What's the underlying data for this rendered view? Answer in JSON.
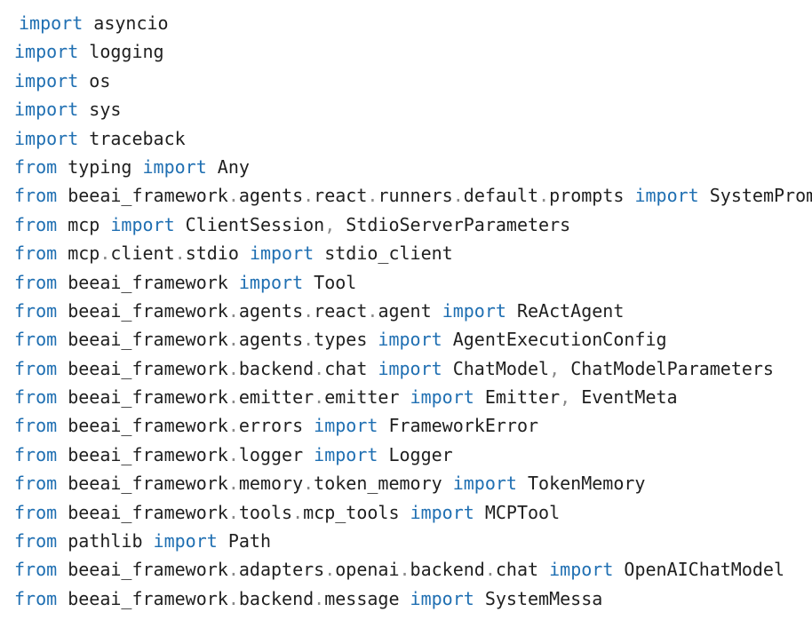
{
  "editor": {
    "colors": {
      "keyword": "#1f6fb2",
      "text": "#1f1f1f",
      "punctuation": "#8a8a8a",
      "background": "#ffffff"
    },
    "lines": [
      [
        [
          "kw",
          "import"
        ],
        [
          "t",
          " asyncio"
        ]
      ],
      [
        [
          "kw",
          "import"
        ],
        [
          "t",
          " logging"
        ]
      ],
      [
        [
          "kw",
          "import"
        ],
        [
          "t",
          " os"
        ]
      ],
      [
        [
          "kw",
          "import"
        ],
        [
          "t",
          " sys"
        ]
      ],
      [
        [
          "kw",
          "import"
        ],
        [
          "t",
          " traceback"
        ]
      ],
      [
        [
          "kw",
          "from"
        ],
        [
          "t",
          " typing "
        ],
        [
          "kw",
          "import"
        ],
        [
          "t",
          " Any"
        ]
      ],
      [
        [
          "kw",
          "from"
        ],
        [
          "t",
          " beeai_framework"
        ],
        [
          "d",
          "."
        ],
        [
          "t",
          "agents"
        ],
        [
          "d",
          "."
        ],
        [
          "t",
          "react"
        ],
        [
          "d",
          "."
        ],
        [
          "t",
          "runners"
        ],
        [
          "d",
          "."
        ],
        [
          "t",
          "default"
        ],
        [
          "d",
          "."
        ],
        [
          "t",
          "prompts "
        ],
        [
          "kw",
          "import"
        ],
        [
          "t",
          " SystemPromp"
        ]
      ],
      [
        [
          "kw",
          "from"
        ],
        [
          "t",
          " mcp "
        ],
        [
          "kw",
          "import"
        ],
        [
          "t",
          " ClientSession"
        ],
        [
          "p",
          ","
        ],
        [
          "t",
          " StdioServerParameters"
        ]
      ],
      [
        [
          "kw",
          "from"
        ],
        [
          "t",
          " mcp"
        ],
        [
          "d",
          "."
        ],
        [
          "t",
          "client"
        ],
        [
          "d",
          "."
        ],
        [
          "t",
          "stdio "
        ],
        [
          "kw",
          "import"
        ],
        [
          "t",
          " stdio_client"
        ]
      ],
      [
        [
          "kw",
          "from"
        ],
        [
          "t",
          " beeai_framework "
        ],
        [
          "kw",
          "import"
        ],
        [
          "t",
          " Tool"
        ]
      ],
      [
        [
          "kw",
          "from"
        ],
        [
          "t",
          " beeai_framework"
        ],
        [
          "d",
          "."
        ],
        [
          "t",
          "agents"
        ],
        [
          "d",
          "."
        ],
        [
          "t",
          "react"
        ],
        [
          "d",
          "."
        ],
        [
          "t",
          "agent "
        ],
        [
          "kw",
          "import"
        ],
        [
          "t",
          " ReActAgent"
        ]
      ],
      [
        [
          "kw",
          "from"
        ],
        [
          "t",
          " beeai_framework"
        ],
        [
          "d",
          "."
        ],
        [
          "t",
          "agents"
        ],
        [
          "d",
          "."
        ],
        [
          "t",
          "types "
        ],
        [
          "kw",
          "import"
        ],
        [
          "t",
          " AgentExecutionConfig"
        ]
      ],
      [
        [
          "kw",
          "from"
        ],
        [
          "t",
          " beeai_framework"
        ],
        [
          "d",
          "."
        ],
        [
          "t",
          "backend"
        ],
        [
          "d",
          "."
        ],
        [
          "t",
          "chat "
        ],
        [
          "kw",
          "import"
        ],
        [
          "t",
          " ChatModel"
        ],
        [
          "p",
          ","
        ],
        [
          "t",
          " ChatModelParameters"
        ]
      ],
      [
        [
          "kw",
          "from"
        ],
        [
          "t",
          " beeai_framework"
        ],
        [
          "d",
          "."
        ],
        [
          "t",
          "emitter"
        ],
        [
          "d",
          "."
        ],
        [
          "t",
          "emitter "
        ],
        [
          "kw",
          "import"
        ],
        [
          "t",
          " Emitter"
        ],
        [
          "p",
          ","
        ],
        [
          "t",
          " EventMeta"
        ]
      ],
      [
        [
          "kw",
          "from"
        ],
        [
          "t",
          " beeai_framework"
        ],
        [
          "d",
          "."
        ],
        [
          "t",
          "errors "
        ],
        [
          "kw",
          "import"
        ],
        [
          "t",
          " FrameworkError"
        ]
      ],
      [
        [
          "kw",
          "from"
        ],
        [
          "t",
          " beeai_framework"
        ],
        [
          "d",
          "."
        ],
        [
          "t",
          "logger "
        ],
        [
          "kw",
          "import"
        ],
        [
          "t",
          " Logger"
        ]
      ],
      [
        [
          "kw",
          "from"
        ],
        [
          "t",
          " beeai_framework"
        ],
        [
          "d",
          "."
        ],
        [
          "t",
          "memory"
        ],
        [
          "d",
          "."
        ],
        [
          "t",
          "token_memory "
        ],
        [
          "kw",
          "import"
        ],
        [
          "t",
          " TokenMemory"
        ]
      ],
      [
        [
          "kw",
          "from"
        ],
        [
          "t",
          " beeai_framework"
        ],
        [
          "d",
          "."
        ],
        [
          "t",
          "tools"
        ],
        [
          "d",
          "."
        ],
        [
          "t",
          "mcp_tools "
        ],
        [
          "kw",
          "import"
        ],
        [
          "t",
          " MCPTool"
        ]
      ],
      [
        [
          "kw",
          "from"
        ],
        [
          "t",
          " pathlib "
        ],
        [
          "kw",
          "import"
        ],
        [
          "t",
          " Path"
        ]
      ],
      [
        [
          "kw",
          "from"
        ],
        [
          "t",
          " beeai_framework"
        ],
        [
          "d",
          "."
        ],
        [
          "t",
          "adapters"
        ],
        [
          "d",
          "."
        ],
        [
          "t",
          "openai"
        ],
        [
          "d",
          "."
        ],
        [
          "t",
          "backend"
        ],
        [
          "d",
          "."
        ],
        [
          "t",
          "chat "
        ],
        [
          "kw",
          "import"
        ],
        [
          "t",
          " OpenAIChatModel"
        ]
      ],
      [
        [
          "kw",
          "from"
        ],
        [
          "t",
          " beeai_framework"
        ],
        [
          "d",
          "."
        ],
        [
          "t",
          "backend"
        ],
        [
          "d",
          "."
        ],
        [
          "t",
          "message "
        ],
        [
          "kw",
          "import"
        ],
        [
          "t",
          " SystemMessa"
        ]
      ]
    ]
  }
}
